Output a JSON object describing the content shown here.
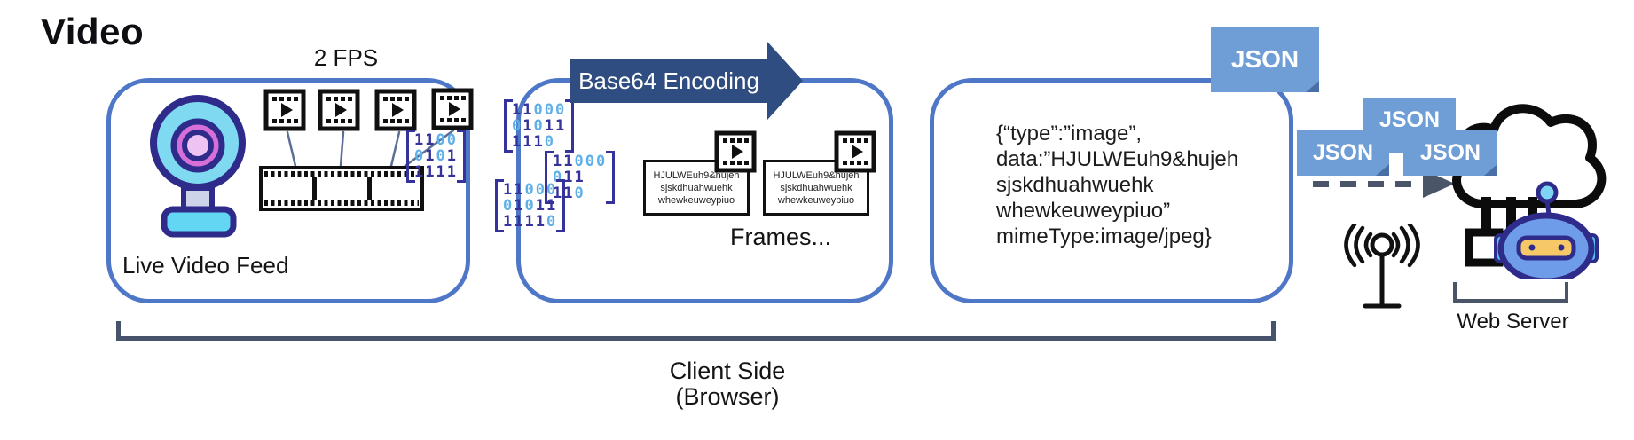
{
  "title": "Video",
  "colors": {
    "panel_border": "#4f77c8",
    "encoding_arrow_fill": "#2f4d80",
    "json_badge_fill": "#6f9ed6",
    "json_badge_fold": "#4a6fa5",
    "binary_one": "#35339b",
    "binary_zero": "#5fb0e8",
    "bracket": "#47536b"
  },
  "box1": {
    "fps_label": "2 FPS",
    "caption": "Live Video Feed"
  },
  "arrow": {
    "label": "Base64 Encoding"
  },
  "box2": {
    "caption": "Frames...",
    "card_lines": [
      "HJULWEuh9&hujeh",
      "sjskdhuahwuehk",
      "whewkeuweypiuo"
    ]
  },
  "box3": {
    "payload_lines": [
      "{“type”:”image”,",
      "data:”HJULWEuh9&hujeh",
      "sjskdhuahwuehk",
      "whewkeuweypiuo”",
      "mimeType:image/jpeg}"
    ]
  },
  "badges": {
    "label": "JSON"
  },
  "server": {
    "label": "Web Server"
  },
  "client": {
    "line1": "Client Side",
    "line2": "(Browser)"
  },
  "binary": {
    "clusters": [
      {
        "rows": [
          "1100",
          "0101",
          "1111"
        ]
      },
      {
        "rows": [
          "11000",
          "01011",
          "1110"
        ]
      },
      {
        "rows": [
          "11000",
          "011",
          "110"
        ]
      },
      {
        "rows": [
          "11000",
          "01011",
          "11110"
        ]
      }
    ]
  },
  "icons": {
    "webcam": "webcam-icon",
    "film_frame": "film-frame-icon",
    "filmstrip": "filmstrip-icon",
    "antenna": "antenna-icon",
    "web_server": "cloud-server-robot-icon"
  }
}
